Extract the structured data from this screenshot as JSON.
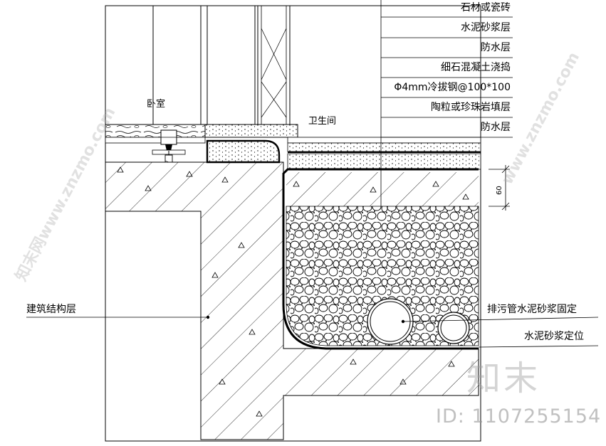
{
  "rooms": {
    "bedroom": "卧室",
    "bathroom": "卫生间"
  },
  "layers": [
    "石材或瓷砖",
    "水泥砂浆层",
    "防水层",
    "细石混凝土浇捣",
    "Φ4mm冷拔钢@100*100",
    "陶粒或珍珠岩填层",
    "防水层"
  ],
  "dimension": "60",
  "callouts": {
    "structure": "建筑结构层",
    "pipe_fix": "排污管水泥砂浆固定",
    "mortar_position": "水泥砂浆定位"
  },
  "watermarks": {
    "brand": "知末",
    "id": "ID: 1107255154",
    "site_left": "知末网www.znzmo.com",
    "site_right": "www.znzmo.com"
  }
}
